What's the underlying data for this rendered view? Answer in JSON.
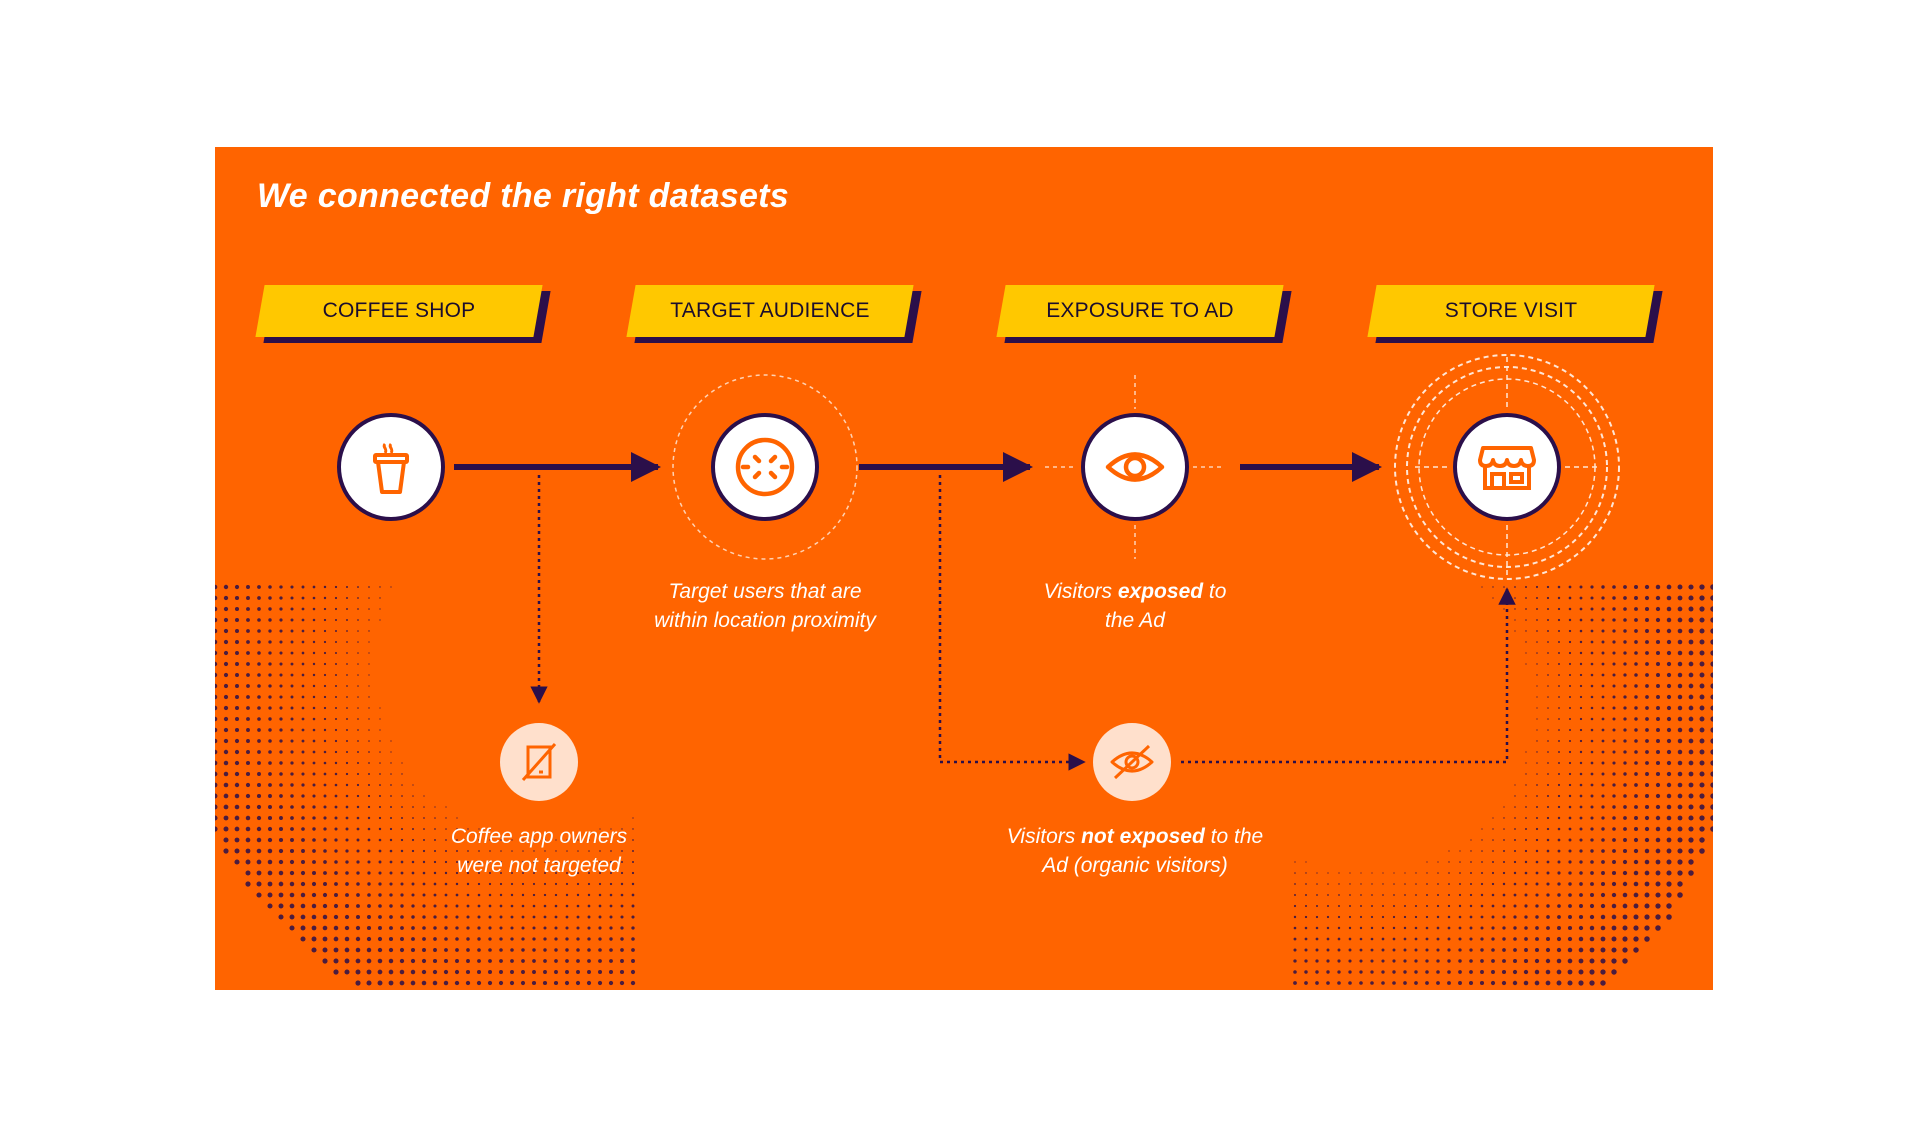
{
  "title": "We connected the right datasets",
  "stages": [
    {
      "label": "COFFEE SHOP",
      "icon": "coffee-cup-icon"
    },
    {
      "label": "TARGET AUDIENCE",
      "icon": "target-crosshair-icon"
    },
    {
      "label": "EXPOSURE TO AD",
      "icon": "eye-icon"
    },
    {
      "label": "STORE VISIT",
      "icon": "storefront-icon"
    }
  ],
  "captions": {
    "target": [
      "Target users that are",
      "within location proximity"
    ],
    "exposed": {
      "pre": "Visitors ",
      "bold": "exposed",
      "post": " to",
      "line2": "the Ad"
    },
    "not_targeted": {
      "icon": "phone-off-icon",
      "lines": [
        "Coffee app owners",
        "were not targeted"
      ]
    },
    "not_exposed": {
      "icon": "eye-off-icon",
      "pre": "Visitors ",
      "bold": "not exposed",
      "post": " to the",
      "line2": "Ad (organic visitors)"
    }
  },
  "colors": {
    "background": "#ff6400",
    "banner": "#ffc800",
    "banner_shadow": "#2b0f4a",
    "arrow": "#2b0f4a",
    "text": "#ffffff"
  }
}
